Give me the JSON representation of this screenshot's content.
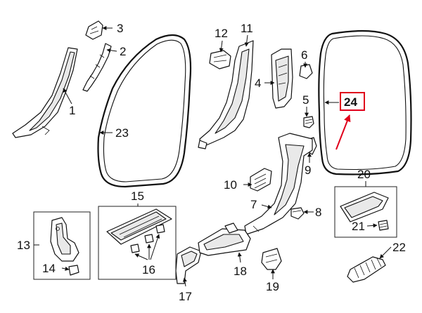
{
  "callouts": [
    {
      "id": "1",
      "label": "1"
    },
    {
      "id": "2",
      "label": "2"
    },
    {
      "id": "3",
      "label": "3"
    },
    {
      "id": "4",
      "label": "4"
    },
    {
      "id": "5",
      "label": "5"
    },
    {
      "id": "6",
      "label": "6"
    },
    {
      "id": "7",
      "label": "7"
    },
    {
      "id": "8",
      "label": "8"
    },
    {
      "id": "9",
      "label": "9"
    },
    {
      "id": "10",
      "label": "10"
    },
    {
      "id": "11",
      "label": "11"
    },
    {
      "id": "12",
      "label": "12"
    },
    {
      "id": "13",
      "label": "13"
    },
    {
      "id": "14",
      "label": "14"
    },
    {
      "id": "15",
      "label": "15"
    },
    {
      "id": "16",
      "label": "16"
    },
    {
      "id": "17",
      "label": "17"
    },
    {
      "id": "18",
      "label": "18"
    },
    {
      "id": "19",
      "label": "19"
    },
    {
      "id": "20",
      "label": "20"
    },
    {
      "id": "21",
      "label": "21"
    },
    {
      "id": "22",
      "label": "22"
    },
    {
      "id": "23",
      "label": "23"
    },
    {
      "id": "24",
      "label": "24"
    }
  ],
  "highlight": {
    "label": "24",
    "color": "#e0001b"
  }
}
